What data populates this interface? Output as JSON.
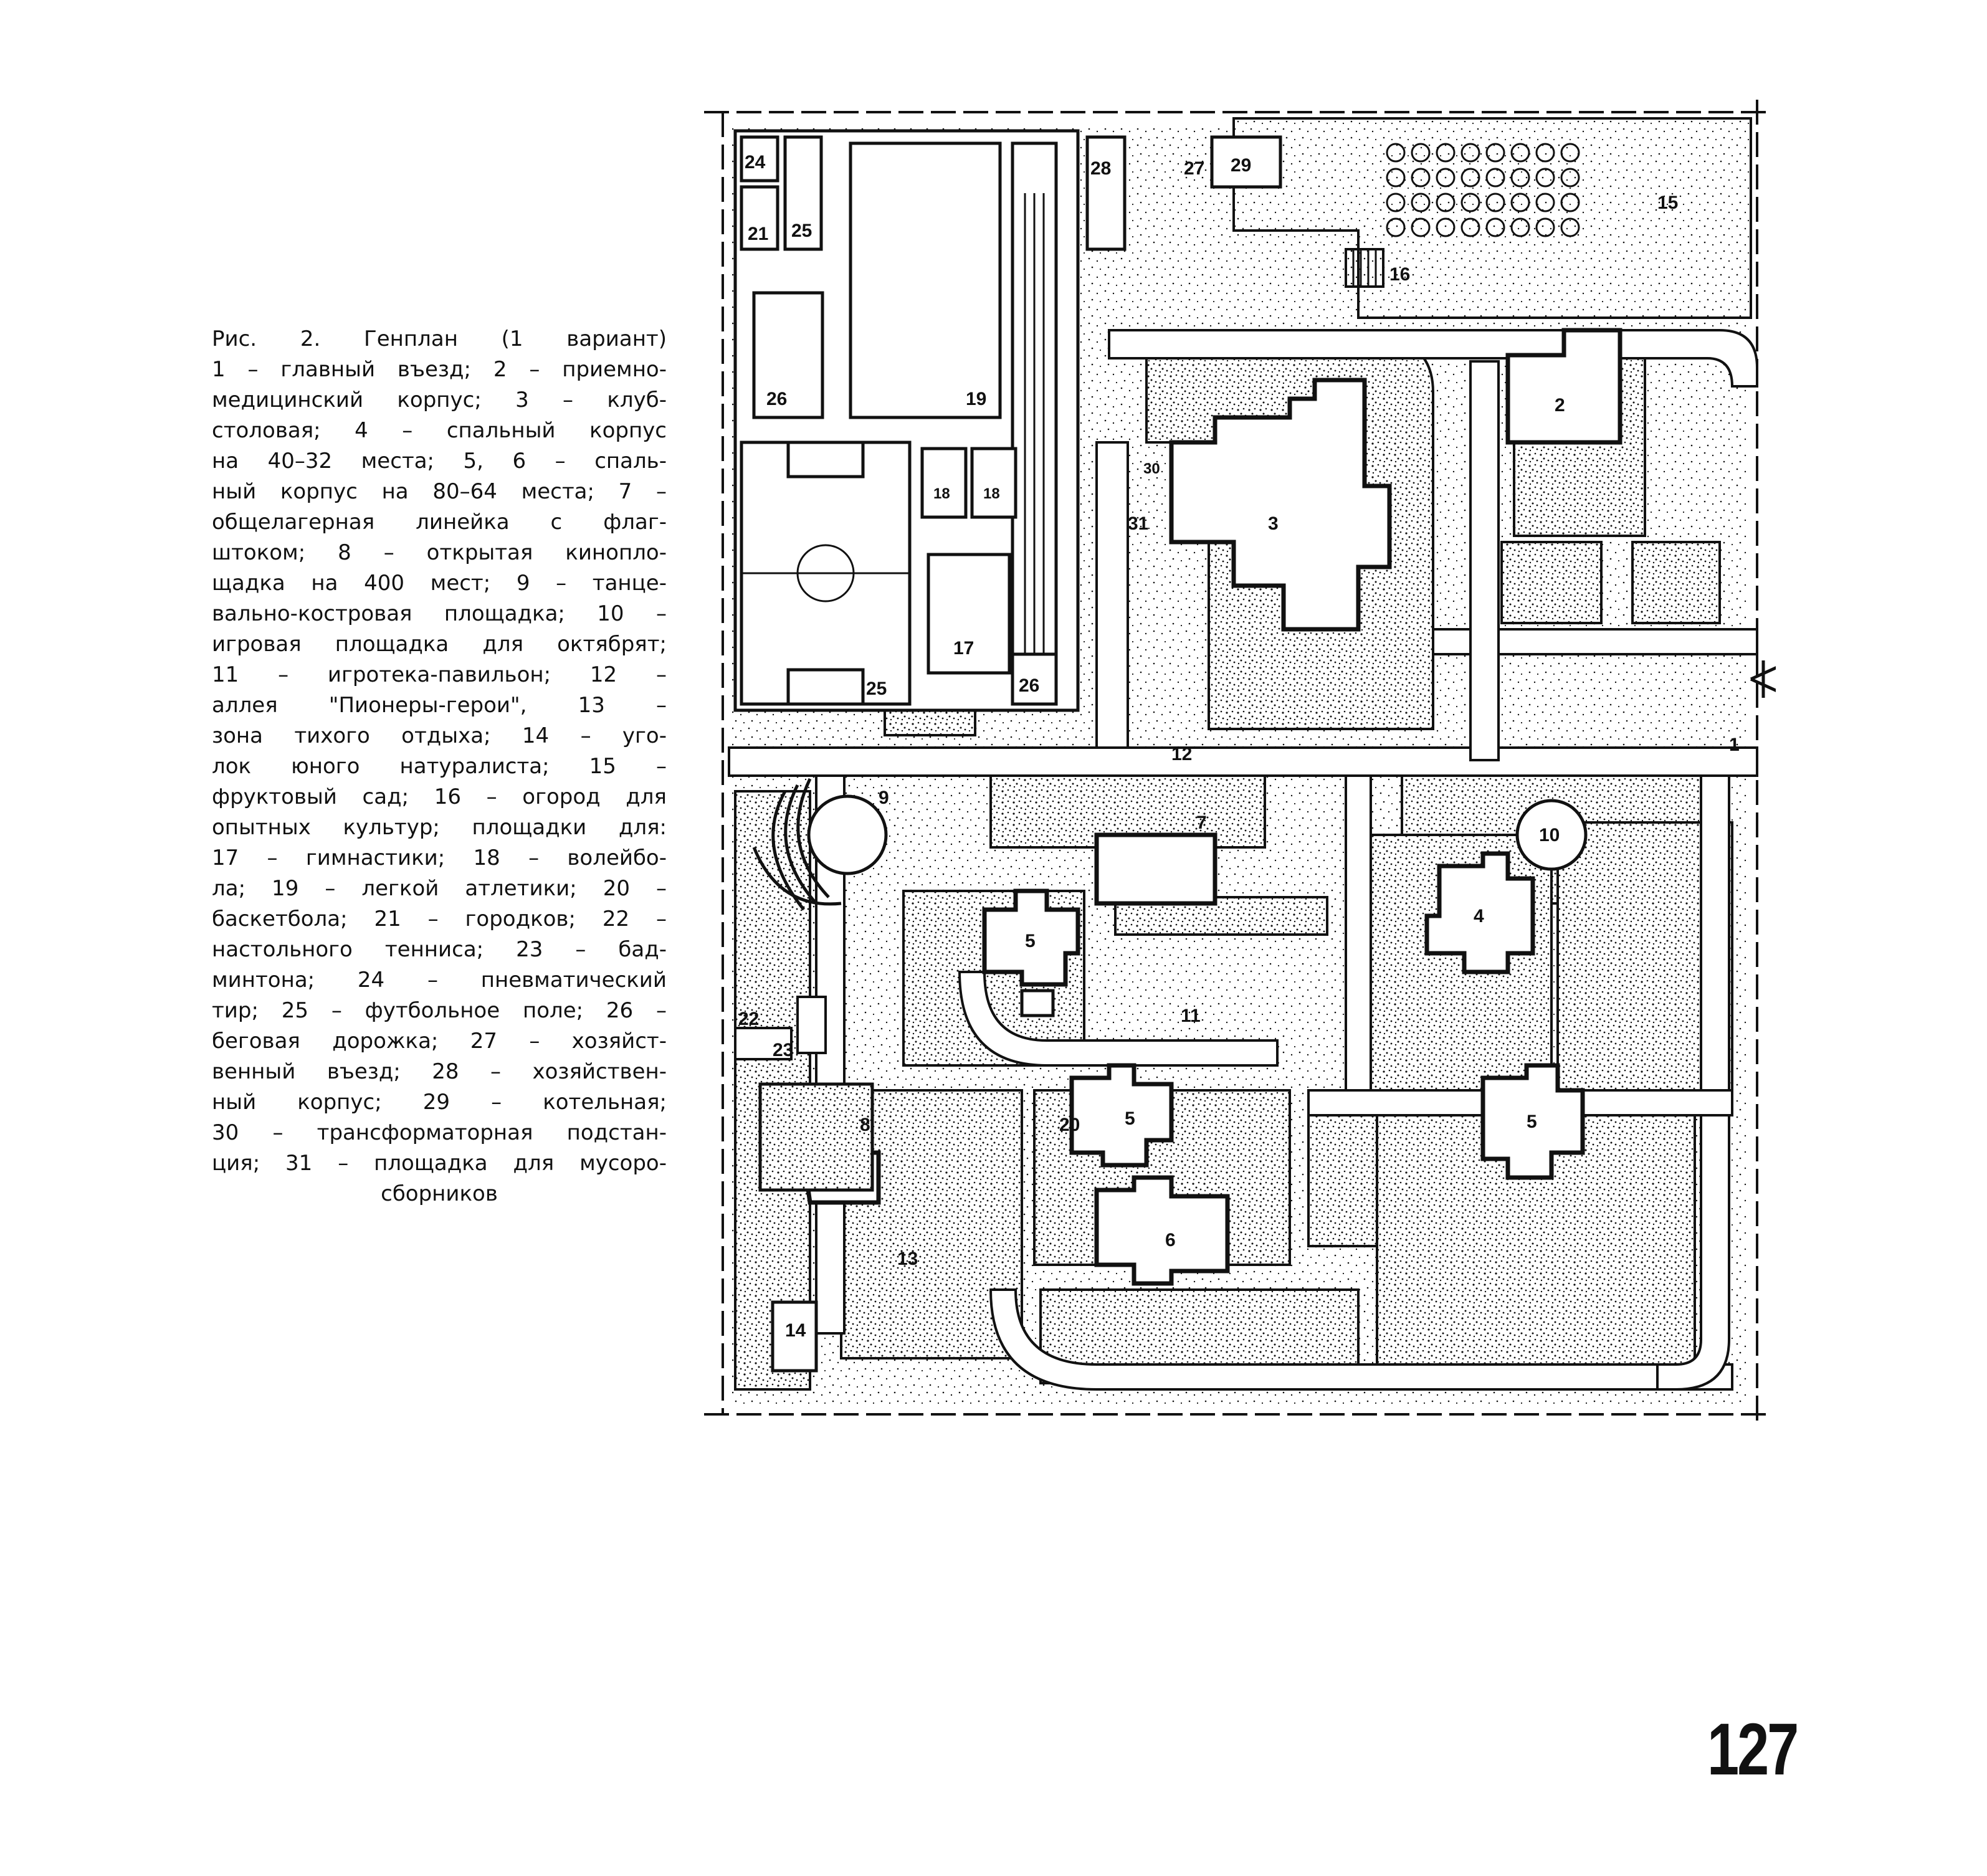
{
  "caption": {
    "lines": [
      "Рис. 2. Генплан (1 вариант)",
      "1 – главный въезд; 2 – приемно-",
      "медицинский корпус; 3 – клуб-",
      "столовая; 4 – спальный корпус",
      "на 40–32 места; 5, 6 – спаль-",
      "ный корпус на 80–64 места; 7 –",
      "общелагерная линейка с флаг-",
      "штоком; 8 – открытая кинопло-",
      "щадка на 400 мест; 9 – танце-",
      "вально-костровая площадка; 10 –",
      "игровая площадка для октябрят;",
      "11 – игротека-павильон; 12 –",
      "аллея \"Пионеры-герои\", 13 –",
      "зона тихого отдыха; 14 – уго-",
      "лок юного натуралиста; 15 –",
      "фруктовый сад; 16 – огород для",
      "опытных культур; площадки для:",
      "17 – гимнастики; 18 – волейбо-",
      "ла; 19 – легкой атлетики; 20 –",
      "баскетбола; 21 – городков; 22 –",
      "настольного тенниса; 23 – бад-",
      "минтона; 24 – пневматический",
      "тир; 25 – футбольное поле; 26 –",
      "беговая дорожка; 27 – хозяйст-",
      "венный въезд; 28 – хозяйствен-",
      "ный корпус; 29 – котельная;",
      "30 – трансформаторная подстан-",
      "ция; 31 – площадка для мусоро-",
      "сборников"
    ]
  },
  "plan_labels": {
    "l1": "1",
    "l2": "2",
    "l3": "3",
    "l4": "4",
    "l5a": "5",
    "l5b": "5",
    "l5c": "5",
    "l6": "6",
    "l7": "7",
    "l8": "8",
    "l9": "9",
    "l10": "10",
    "l11": "11",
    "l12": "12",
    "l13": "13",
    "l14": "14",
    "l15": "15",
    "l16": "16",
    "l17": "17",
    "l18a": "18",
    "l18b": "18",
    "l19": "19",
    "l20": "20",
    "l21": "21",
    "l22": "22",
    "l23": "23",
    "l24": "24",
    "l25a": "25",
    "l25b": "25",
    "l26a": "26",
    "l26b": "26",
    "l27": "27",
    "l28": "28",
    "l29": "29",
    "l30": "30",
    "l31": "31"
  },
  "page_number": "127"
}
